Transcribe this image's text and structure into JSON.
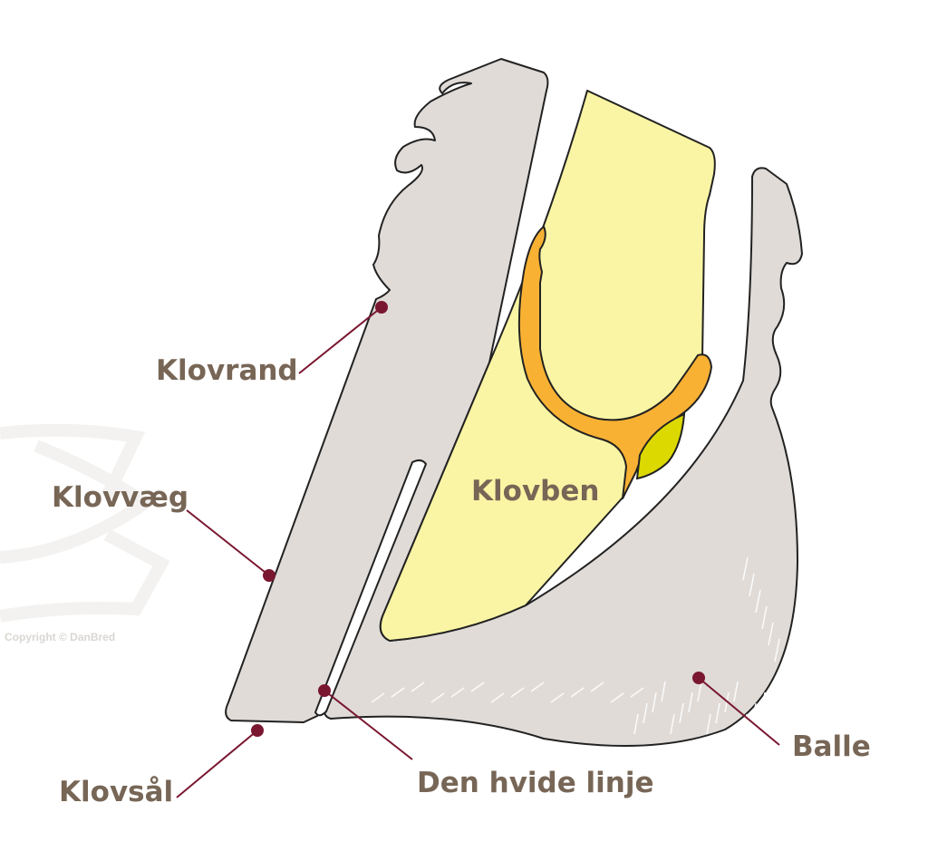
{
  "title": "Klov anatomi",
  "labels": {
    "klovrand": "Klovrand",
    "klovvaeg": "Klovvæg",
    "klovsaal": "Klovsål",
    "hvide_linje": "Den hvide linje",
    "balle": "Balle",
    "klovben": "Klovben"
  },
  "copyright": "Copyright © DanBred",
  "colors": {
    "horn": "#e0dbd7",
    "bone": "#faf5a4",
    "cartilage": "#f8b133",
    "pad": "#dcd900",
    "label_text": "#776656",
    "leader": "#7a1730",
    "watermark": "#f3f2f1"
  }
}
